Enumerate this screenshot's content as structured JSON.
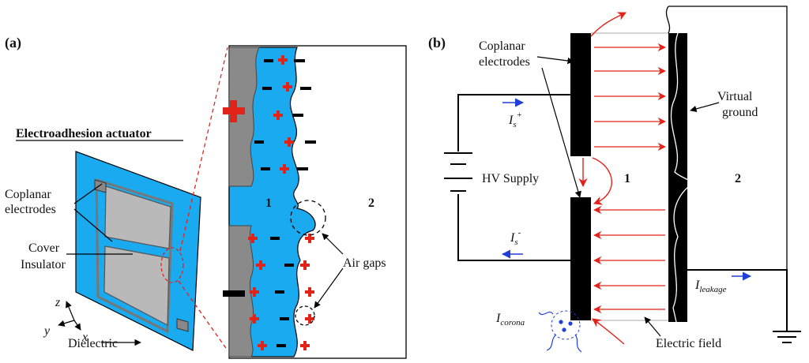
{
  "panel_a": {
    "label": "(a)",
    "title": "Electroadhesion actuator",
    "labels": {
      "coplanar_line1": "Coplanar",
      "coplanar_line2": "electrodes",
      "cover_line1": "Cover",
      "cover_line2": "Insulator",
      "dielectric": "Dielectric",
      "air_gaps": "Air gaps",
      "region1": "1",
      "region2": "2"
    },
    "axes": {
      "z": "z",
      "y": "y",
      "x": "x"
    }
  },
  "panel_b": {
    "label": "(b)",
    "labels": {
      "coplanar_line1": "Coplanar",
      "coplanar_line2": "electrodes",
      "virtual_line1": "Virtual",
      "virtual_line2": "ground",
      "hv_supply": "HV Supply",
      "region1": "1",
      "region2": "2",
      "electric_field": "Electric field"
    },
    "currents": {
      "is_plus_main": "I",
      "is_plus_sub": "s",
      "is_plus_sup": "+",
      "is_minus_main": "I",
      "is_minus_sub": "s",
      "is_minus_sup": "-",
      "leak_main": "I",
      "leak_sub": "leakage",
      "corona_main": "I",
      "corona_sub": "corona"
    }
  },
  "colors": {
    "dielectric_blue": "#1aaaf0",
    "electrode_gray": "#b9b9b9",
    "charge_red": "#e2231a",
    "current_blue": "#1f3fd8",
    "conductor_black": "#000000"
  }
}
